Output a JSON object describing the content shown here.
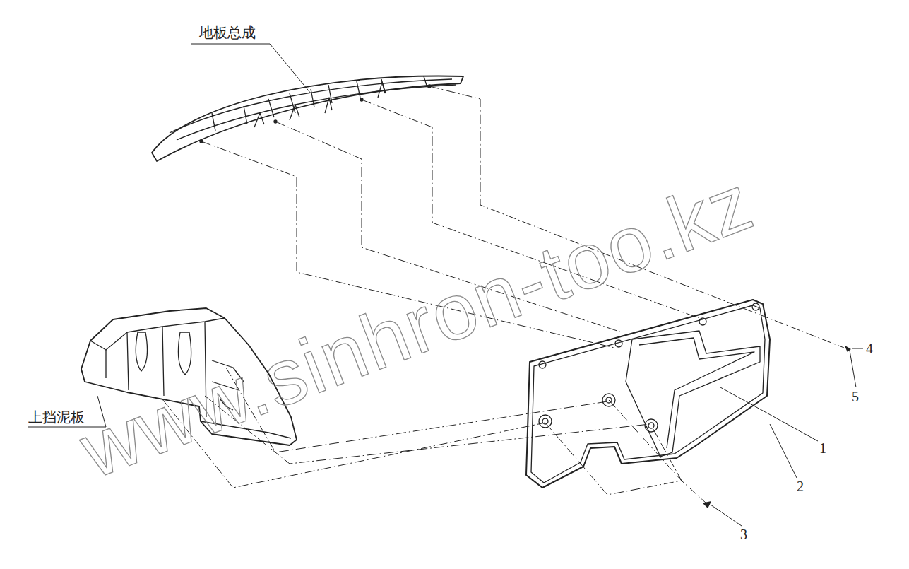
{
  "diagram": {
    "labels": [
      "地板总成",
      "上挡泥板",
      "1",
      "2",
      "3",
      "4",
      "5",
      "www.sinhron-too.kz"
    ]
  }
}
